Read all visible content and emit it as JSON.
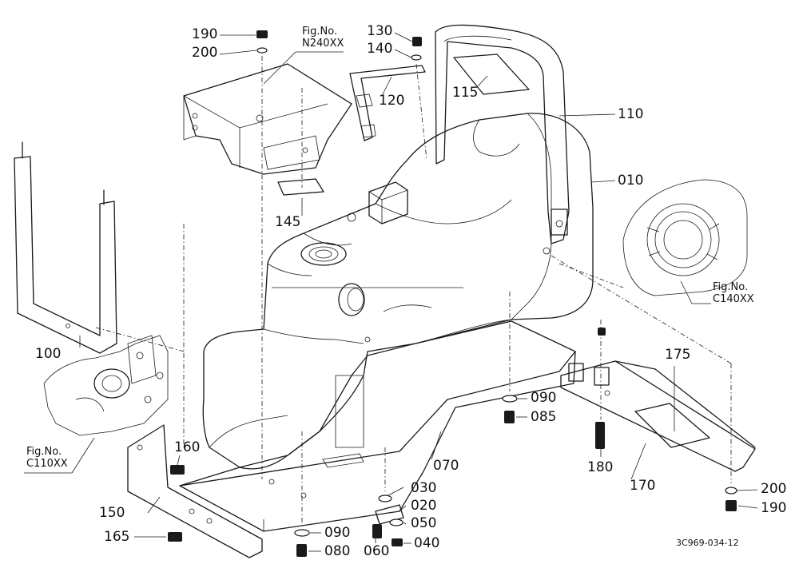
{
  "diagram": {
    "part_labels": [
      {
        "text": "190"
      },
      {
        "text": "200"
      },
      {
        "text": "130"
      },
      {
        "text": "140"
      },
      {
        "text": "120"
      },
      {
        "text": "115"
      },
      {
        "text": "110"
      },
      {
        "text": "010"
      },
      {
        "text": "145"
      },
      {
        "text": "100"
      },
      {
        "text": "090"
      },
      {
        "text": "085"
      },
      {
        "text": "175"
      },
      {
        "text": "160"
      },
      {
        "text": "070"
      },
      {
        "text": "180"
      },
      {
        "text": "170"
      },
      {
        "text": "200"
      },
      {
        "text": "190"
      },
      {
        "text": "030"
      },
      {
        "text": "020"
      },
      {
        "text": "150"
      },
      {
        "text": "050"
      },
      {
        "text": "165"
      },
      {
        "text": "090"
      },
      {
        "text": "080"
      },
      {
        "text": "060"
      },
      {
        "text": "040"
      }
    ],
    "figure_refs": [
      {
        "title": "Fig.No.",
        "code": "N240XX"
      },
      {
        "title": "Fig.No.",
        "code": "C140XX"
      },
      {
        "title": "Fig.No.",
        "code": "C110XX"
      }
    ],
    "drawing_code": "3C969-034-12"
  }
}
